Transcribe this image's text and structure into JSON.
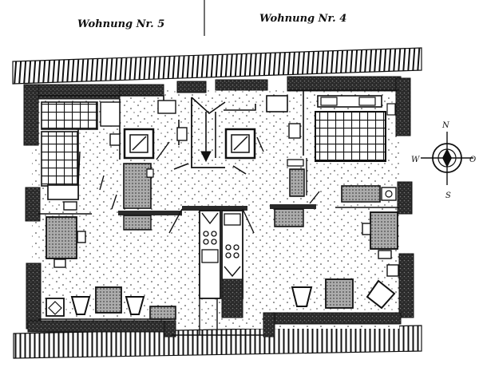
{
  "labels": {
    "left_unit": "Wohnung Nr. 5",
    "right_unit": "Wohnung Nr. 4"
  },
  "compass": {
    "north": "N",
    "south": "S",
    "west": "W",
    "east": "O"
  },
  "colors": {
    "ink": "#111111",
    "wall_fill": "#2a2a2a",
    "paper": "#ffffff"
  }
}
